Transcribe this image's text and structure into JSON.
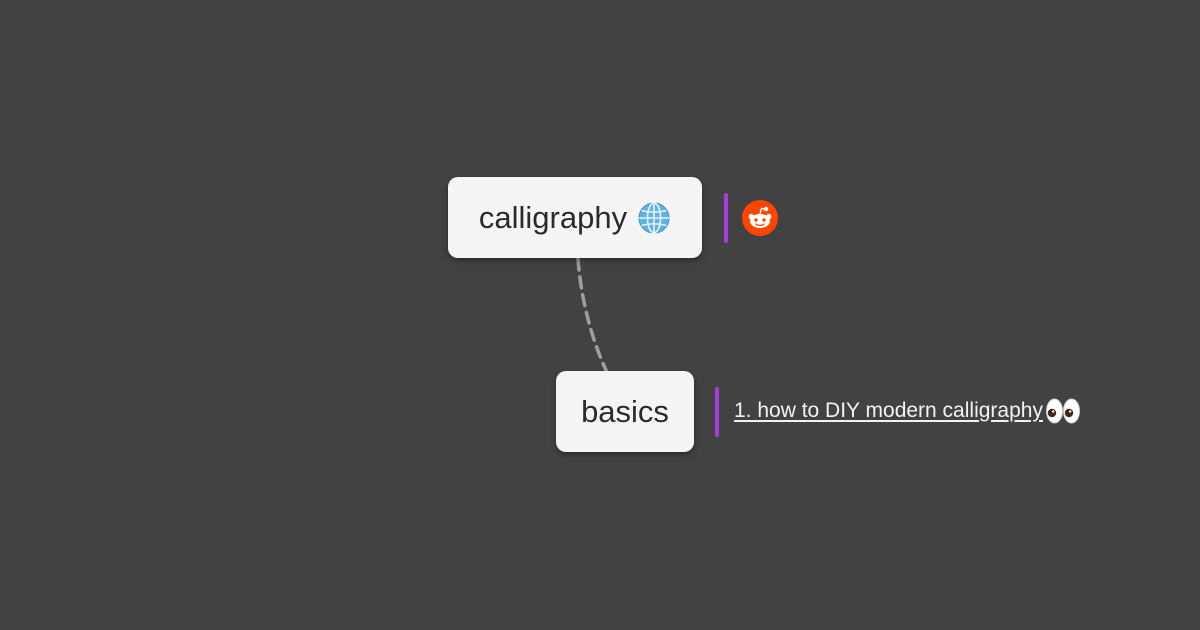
{
  "mindmap": {
    "root": {
      "label": "calligraphy",
      "icon": "globe-icon",
      "attachment_icon": "reddit-icon"
    },
    "child": {
      "label": "basics",
      "link": {
        "text": "1. how to DIY modern calligraphy ",
        "emoji_icon": "eyes-icon"
      }
    },
    "connector": {
      "style": "dashed",
      "color": "#9e9e9e"
    }
  },
  "colors": {
    "background": "#424242",
    "node_fill": "#f5f5f5",
    "accent_bar": "#a63de0",
    "reddit": "#ff4500",
    "link_text": "#f2f2f2"
  }
}
